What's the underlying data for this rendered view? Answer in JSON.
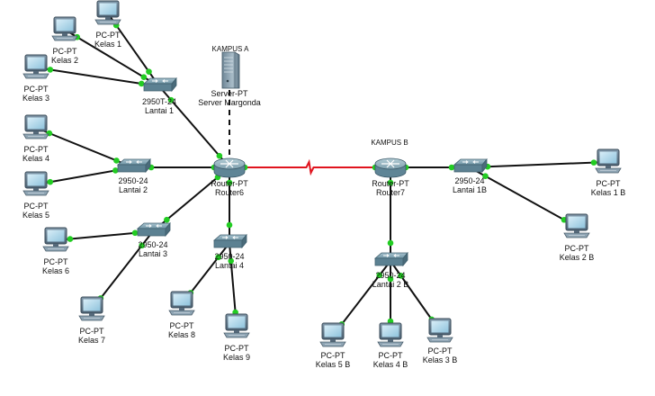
{
  "campus_a": "KAMPUS A",
  "campus_b": "KAMPUS B",
  "colors": {
    "link": "#111111",
    "wan": "#e0141e",
    "port_up": "#22cc22"
  },
  "nodes": {
    "pc_k1": {
      "type": "pc",
      "line1": "PC-PT",
      "line2": "Kelas 1"
    },
    "pc_k2": {
      "type": "pc",
      "line1": "PC-PT",
      "line2": "Kelas 2"
    },
    "pc_k3": {
      "type": "pc",
      "line1": "PC-PT",
      "line2": "Kelas 3"
    },
    "pc_k4": {
      "type": "pc",
      "line1": "PC-PT",
      "line2": "Kelas 4"
    },
    "pc_k5": {
      "type": "pc",
      "line1": "PC-PT",
      "line2": "Kelas 5"
    },
    "pc_k6": {
      "type": "pc",
      "line1": "PC-PT",
      "line2": "Kelas 6"
    },
    "pc_k7": {
      "type": "pc",
      "line1": "PC-PT",
      "line2": "Kelas 7"
    },
    "pc_k8": {
      "type": "pc",
      "line1": "PC-PT",
      "line2": "Kelas 8"
    },
    "pc_k9": {
      "type": "pc",
      "line1": "PC-PT",
      "line2": "Kelas 9"
    },
    "sw_l1": {
      "type": "switch",
      "line1": "2950T-24",
      "line2": "Lantai 1"
    },
    "sw_l2": {
      "type": "switch",
      "line1": "2950-24",
      "line2": "Lantai 2"
    },
    "sw_l3": {
      "type": "switch",
      "line1": "2950-24",
      "line2": "Lantai 3"
    },
    "sw_l4": {
      "type": "switch",
      "line1": "2950-24",
      "line2": "Lantai 4"
    },
    "server": {
      "type": "server",
      "line1": "Server-PT",
      "line2": "Server Margonda"
    },
    "r6": {
      "type": "router",
      "line1": "Router-PT",
      "line2": "Router6"
    },
    "r7": {
      "type": "router",
      "line1": "Router-PT",
      "line2": "Router7"
    },
    "sw_l1b": {
      "type": "switch",
      "line1": "2950-24",
      "line2": "Lantai 1B"
    },
    "sw_l2b": {
      "type": "switch",
      "line1": "2950-24",
      "line2": "Lantai 2 B"
    },
    "pc_k1b": {
      "type": "pc",
      "line1": "PC-PT",
      "line2": "Kelas 1 B"
    },
    "pc_k2b": {
      "type": "pc",
      "line1": "PC-PT",
      "line2": "Kelas 2 B"
    },
    "pc_k3b": {
      "type": "pc",
      "line1": "PC-PT",
      "line2": "Kelas 3 B"
    },
    "pc_k4b": {
      "type": "pc",
      "line1": "PC-PT",
      "line2": "Kelas 4 B"
    },
    "pc_k5b": {
      "type": "pc",
      "line1": "PC-PT",
      "line2": "Kelas 5 B"
    }
  },
  "links": [
    {
      "from": "pc_k1",
      "to": "sw_l1"
    },
    {
      "from": "pc_k2",
      "to": "sw_l1"
    },
    {
      "from": "pc_k3",
      "to": "sw_l1"
    },
    {
      "from": "sw_l1",
      "to": "r6"
    },
    {
      "from": "server",
      "to": "r6",
      "style": "dashed"
    },
    {
      "from": "pc_k4",
      "to": "sw_l2"
    },
    {
      "from": "pc_k5",
      "to": "sw_l2"
    },
    {
      "from": "sw_l2",
      "to": "r6"
    },
    {
      "from": "pc_k6",
      "to": "sw_l3"
    },
    {
      "from": "pc_k7",
      "to": "sw_l3"
    },
    {
      "from": "sw_l3",
      "to": "r6"
    },
    {
      "from": "sw_l4",
      "to": "r6"
    },
    {
      "from": "pc_k8",
      "to": "sw_l4"
    },
    {
      "from": "pc_k9",
      "to": "sw_l4"
    },
    {
      "from": "r6",
      "to": "r7",
      "style": "serial"
    },
    {
      "from": "r7",
      "to": "sw_l1b"
    },
    {
      "from": "sw_l1b",
      "to": "pc_k1b"
    },
    {
      "from": "sw_l1b",
      "to": "pc_k2b"
    },
    {
      "from": "r7",
      "to": "sw_l2b"
    },
    {
      "from": "sw_l2b",
      "to": "pc_k5b"
    },
    {
      "from": "sw_l2b",
      "to": "pc_k4b"
    },
    {
      "from": "sw_l2b",
      "to": "pc_k3b"
    }
  ]
}
